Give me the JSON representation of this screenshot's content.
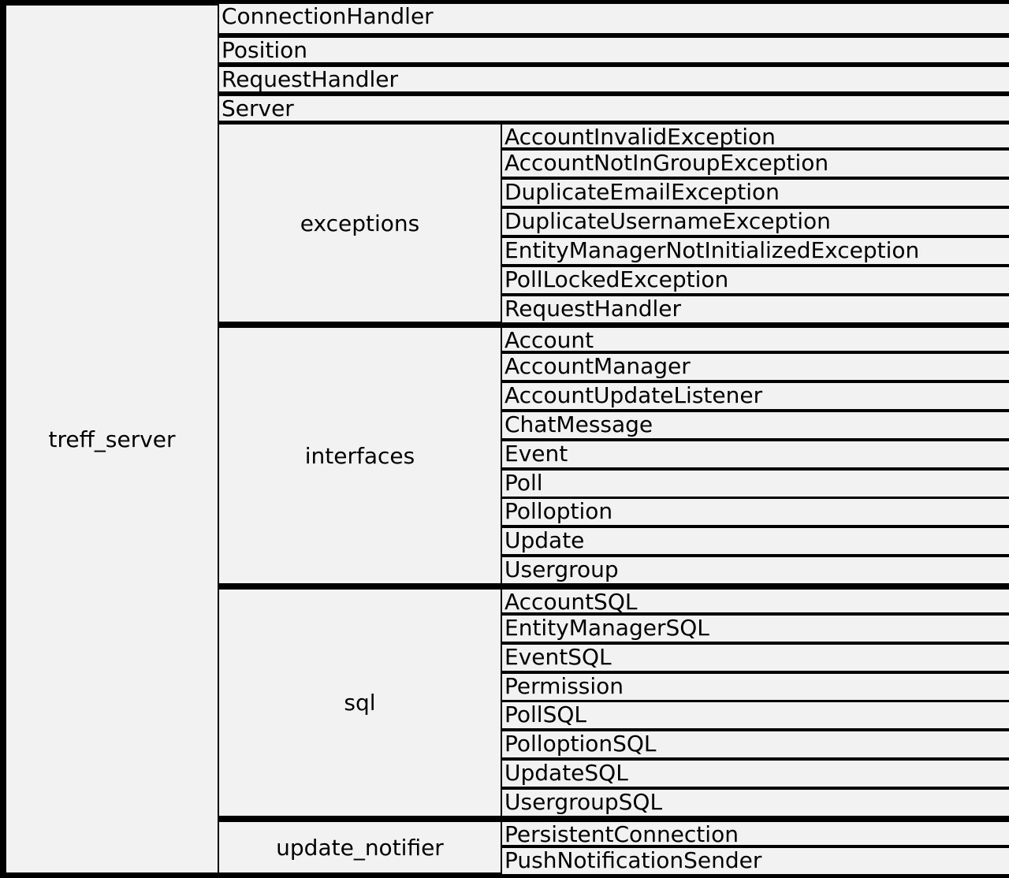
{
  "root": {
    "label": "treff_server",
    "direct_classes": [
      "ConnectionHandler",
      "Position",
      "RequestHandler",
      "Server"
    ],
    "packages": [
      {
        "name": "exceptions",
        "classes": [
          "AccountInvalidException",
          "AccountNotInGroupException",
          "DuplicateEmailException",
          "DuplicateUsernameException",
          "EntityManagerNotInitializedException",
          "PollLockedException",
          "RequestHandler"
        ]
      },
      {
        "name": "interfaces",
        "classes": [
          "Account",
          "AccountManager",
          "AccountUpdateListener",
          "ChatMessage",
          "Event",
          "Poll",
          "Polloption",
          "Update",
          "Usergroup"
        ]
      },
      {
        "name": "sql",
        "classes": [
          "AccountSQL",
          "EntityManagerSQL",
          "EventSQL",
          "Permission",
          "PollSQL",
          "PolloptionSQL",
          "UpdateSQL",
          "UsergroupSQL"
        ]
      },
      {
        "name": "update_notifier",
        "classes": [
          "PersistentConnection",
          "PushNotificationSender"
        ]
      }
    ]
  }
}
